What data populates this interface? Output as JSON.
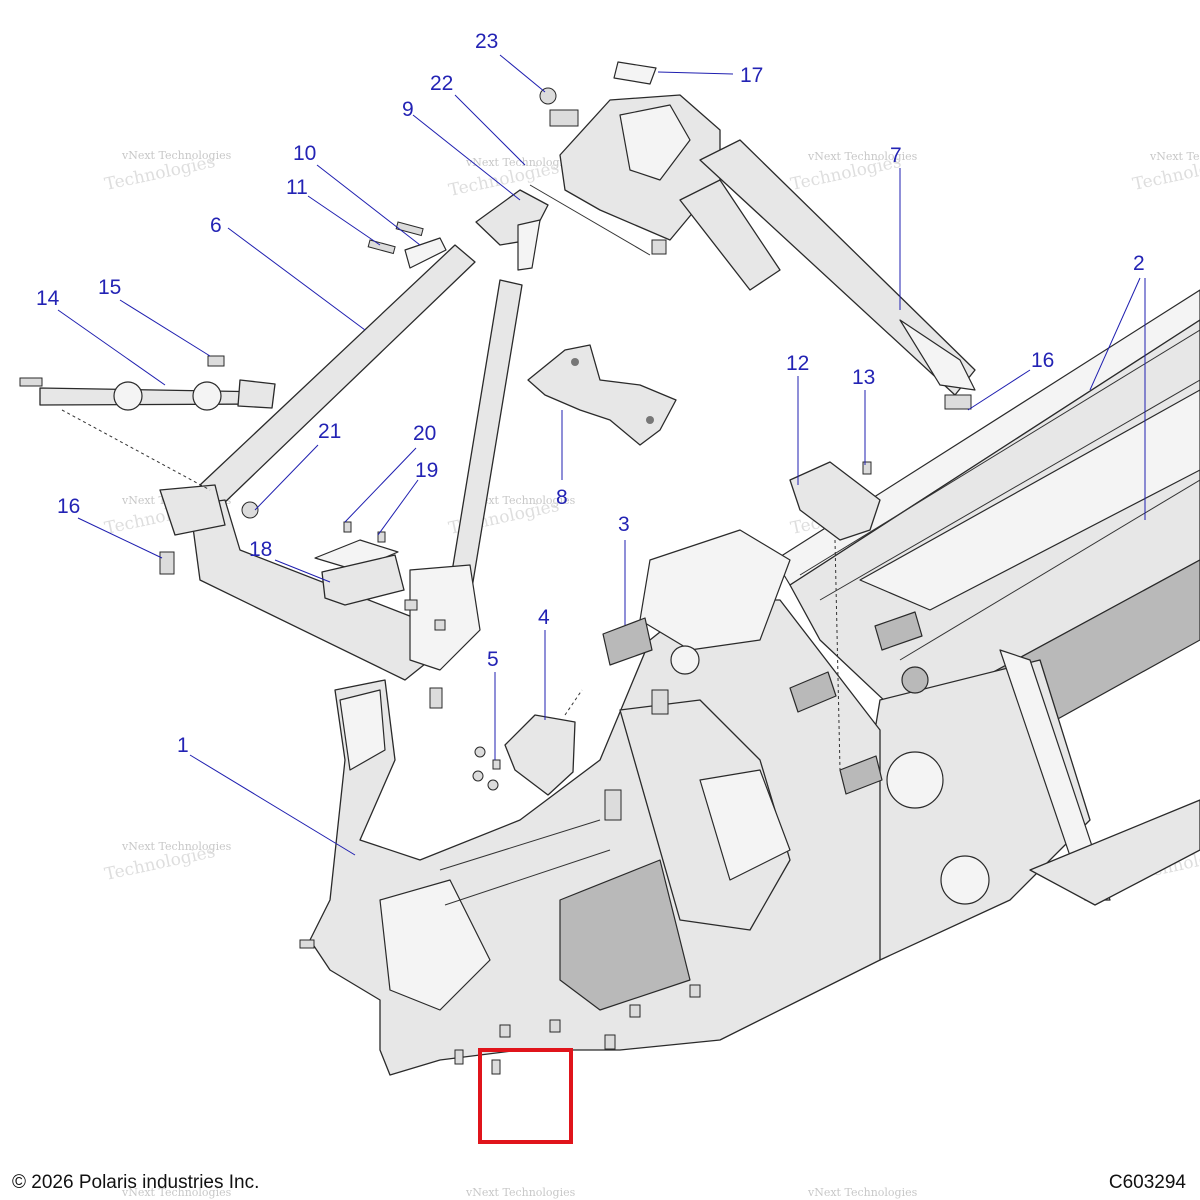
{
  "footer": {
    "copyright": "© 2026 Polaris industries Inc.",
    "drawing_id": "C603294"
  },
  "watermark": {
    "line1": "vNext Technologies",
    "line2": "Technologies"
  },
  "callouts": [
    "1",
    "2",
    "2",
    "3",
    "4",
    "5",
    "6",
    "7",
    "8",
    "9",
    "10",
    "11",
    "12",
    "13",
    "14",
    "15",
    "16",
    "16",
    "17",
    "18",
    "19",
    "20",
    "21",
    "22",
    "23"
  ],
  "colors": {
    "callout": "#2323b4",
    "highlight": "#e0141b",
    "part_fill": "#e7e7e7"
  }
}
